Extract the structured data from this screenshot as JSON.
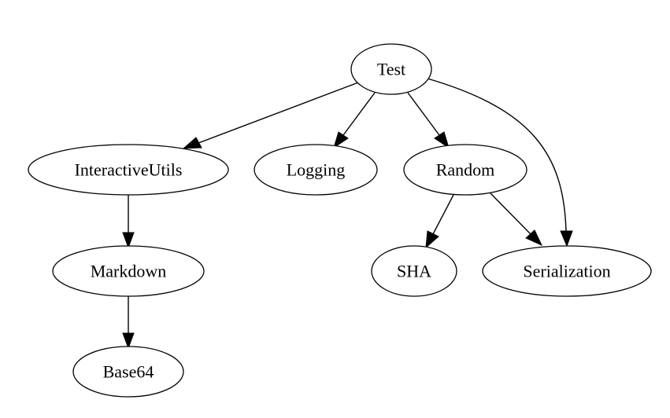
{
  "nodes": {
    "test": "Test",
    "interactiveutils": "InteractiveUtils",
    "logging": "Logging",
    "random": "Random",
    "markdown": "Markdown",
    "sha": "SHA",
    "serialization": "Serialization",
    "base64": "Base64"
  },
  "edges": [
    {
      "from": "Test",
      "to": "InteractiveUtils"
    },
    {
      "from": "Test",
      "to": "Logging"
    },
    {
      "from": "Test",
      "to": "Random"
    },
    {
      "from": "Test",
      "to": "Serialization"
    },
    {
      "from": "InteractiveUtils",
      "to": "Markdown"
    },
    {
      "from": "Random",
      "to": "SHA"
    },
    {
      "from": "Random",
      "to": "Serialization"
    },
    {
      "from": "Markdown",
      "to": "Base64"
    }
  ]
}
